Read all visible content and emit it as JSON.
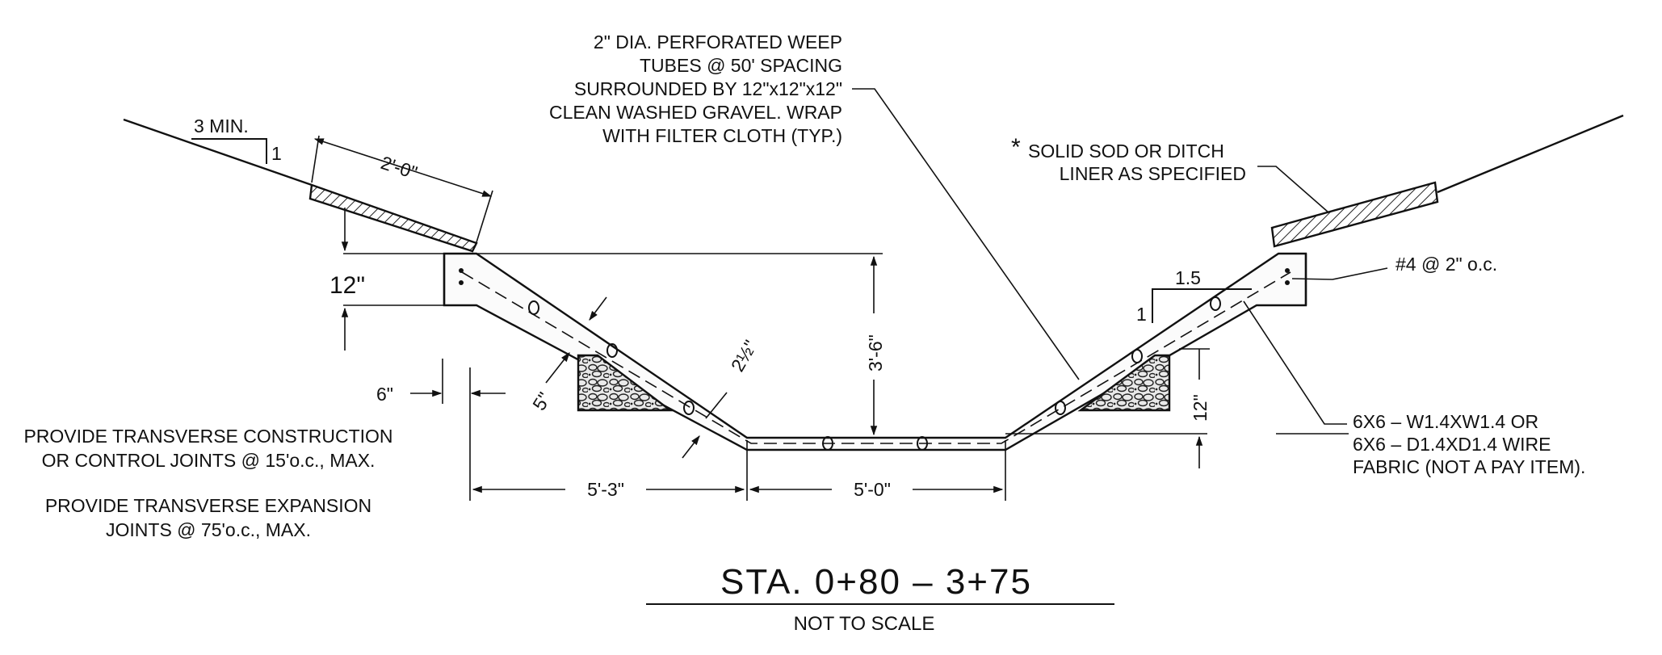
{
  "title": {
    "main": "STA. 0+80 – 3+75",
    "sub": "NOT TO SCALE"
  },
  "callouts": {
    "weep_tubes": [
      "2\" DIA. PERFORATED WEEP",
      "TUBES @ 50' SPACING",
      "SURROUNDED BY 12\"x12\"x12\"",
      "CLEAN WASHED GRAVEL. WRAP",
      "WITH FILTER CLOTH (TYP.)"
    ],
    "sod": [
      "SOLID SOD OR DITCH",
      "LINER AS SPECIFIED"
    ],
    "sod_marker": "*",
    "rebar": "#4 @ 2\" o.c.",
    "wire_fabric": [
      "6X6 – W1.4XW1.4 OR",
      "6X6 – D1.4XD1.4 WIRE",
      "FABRIC (NOT A PAY ITEM)."
    ],
    "construction_joints": [
      "PROVIDE TRANSVERSE CONSTRUCTION",
      "OR CONTROL JOINTS @ 15'o.c., MAX."
    ],
    "expansion_joints": [
      "PROVIDE TRANSVERSE EXPANSION",
      "JOINTS @ 75'o.c., MAX."
    ]
  },
  "dimensions": {
    "slope_min": "3 MIN.",
    "slope_rise": "1",
    "sod_width": "2'-0\"",
    "edge_depth": "12\"",
    "edge_width": "6\"",
    "slab_thickness": "5\"",
    "wire_cover": "2½\"",
    "channel_depth": "3'-6\"",
    "gravel_height": "12\"",
    "side_slope_run": "1.5",
    "side_slope_rise": "1",
    "left_slope_width": "5'-3\"",
    "bottom_width": "5'-0\""
  }
}
